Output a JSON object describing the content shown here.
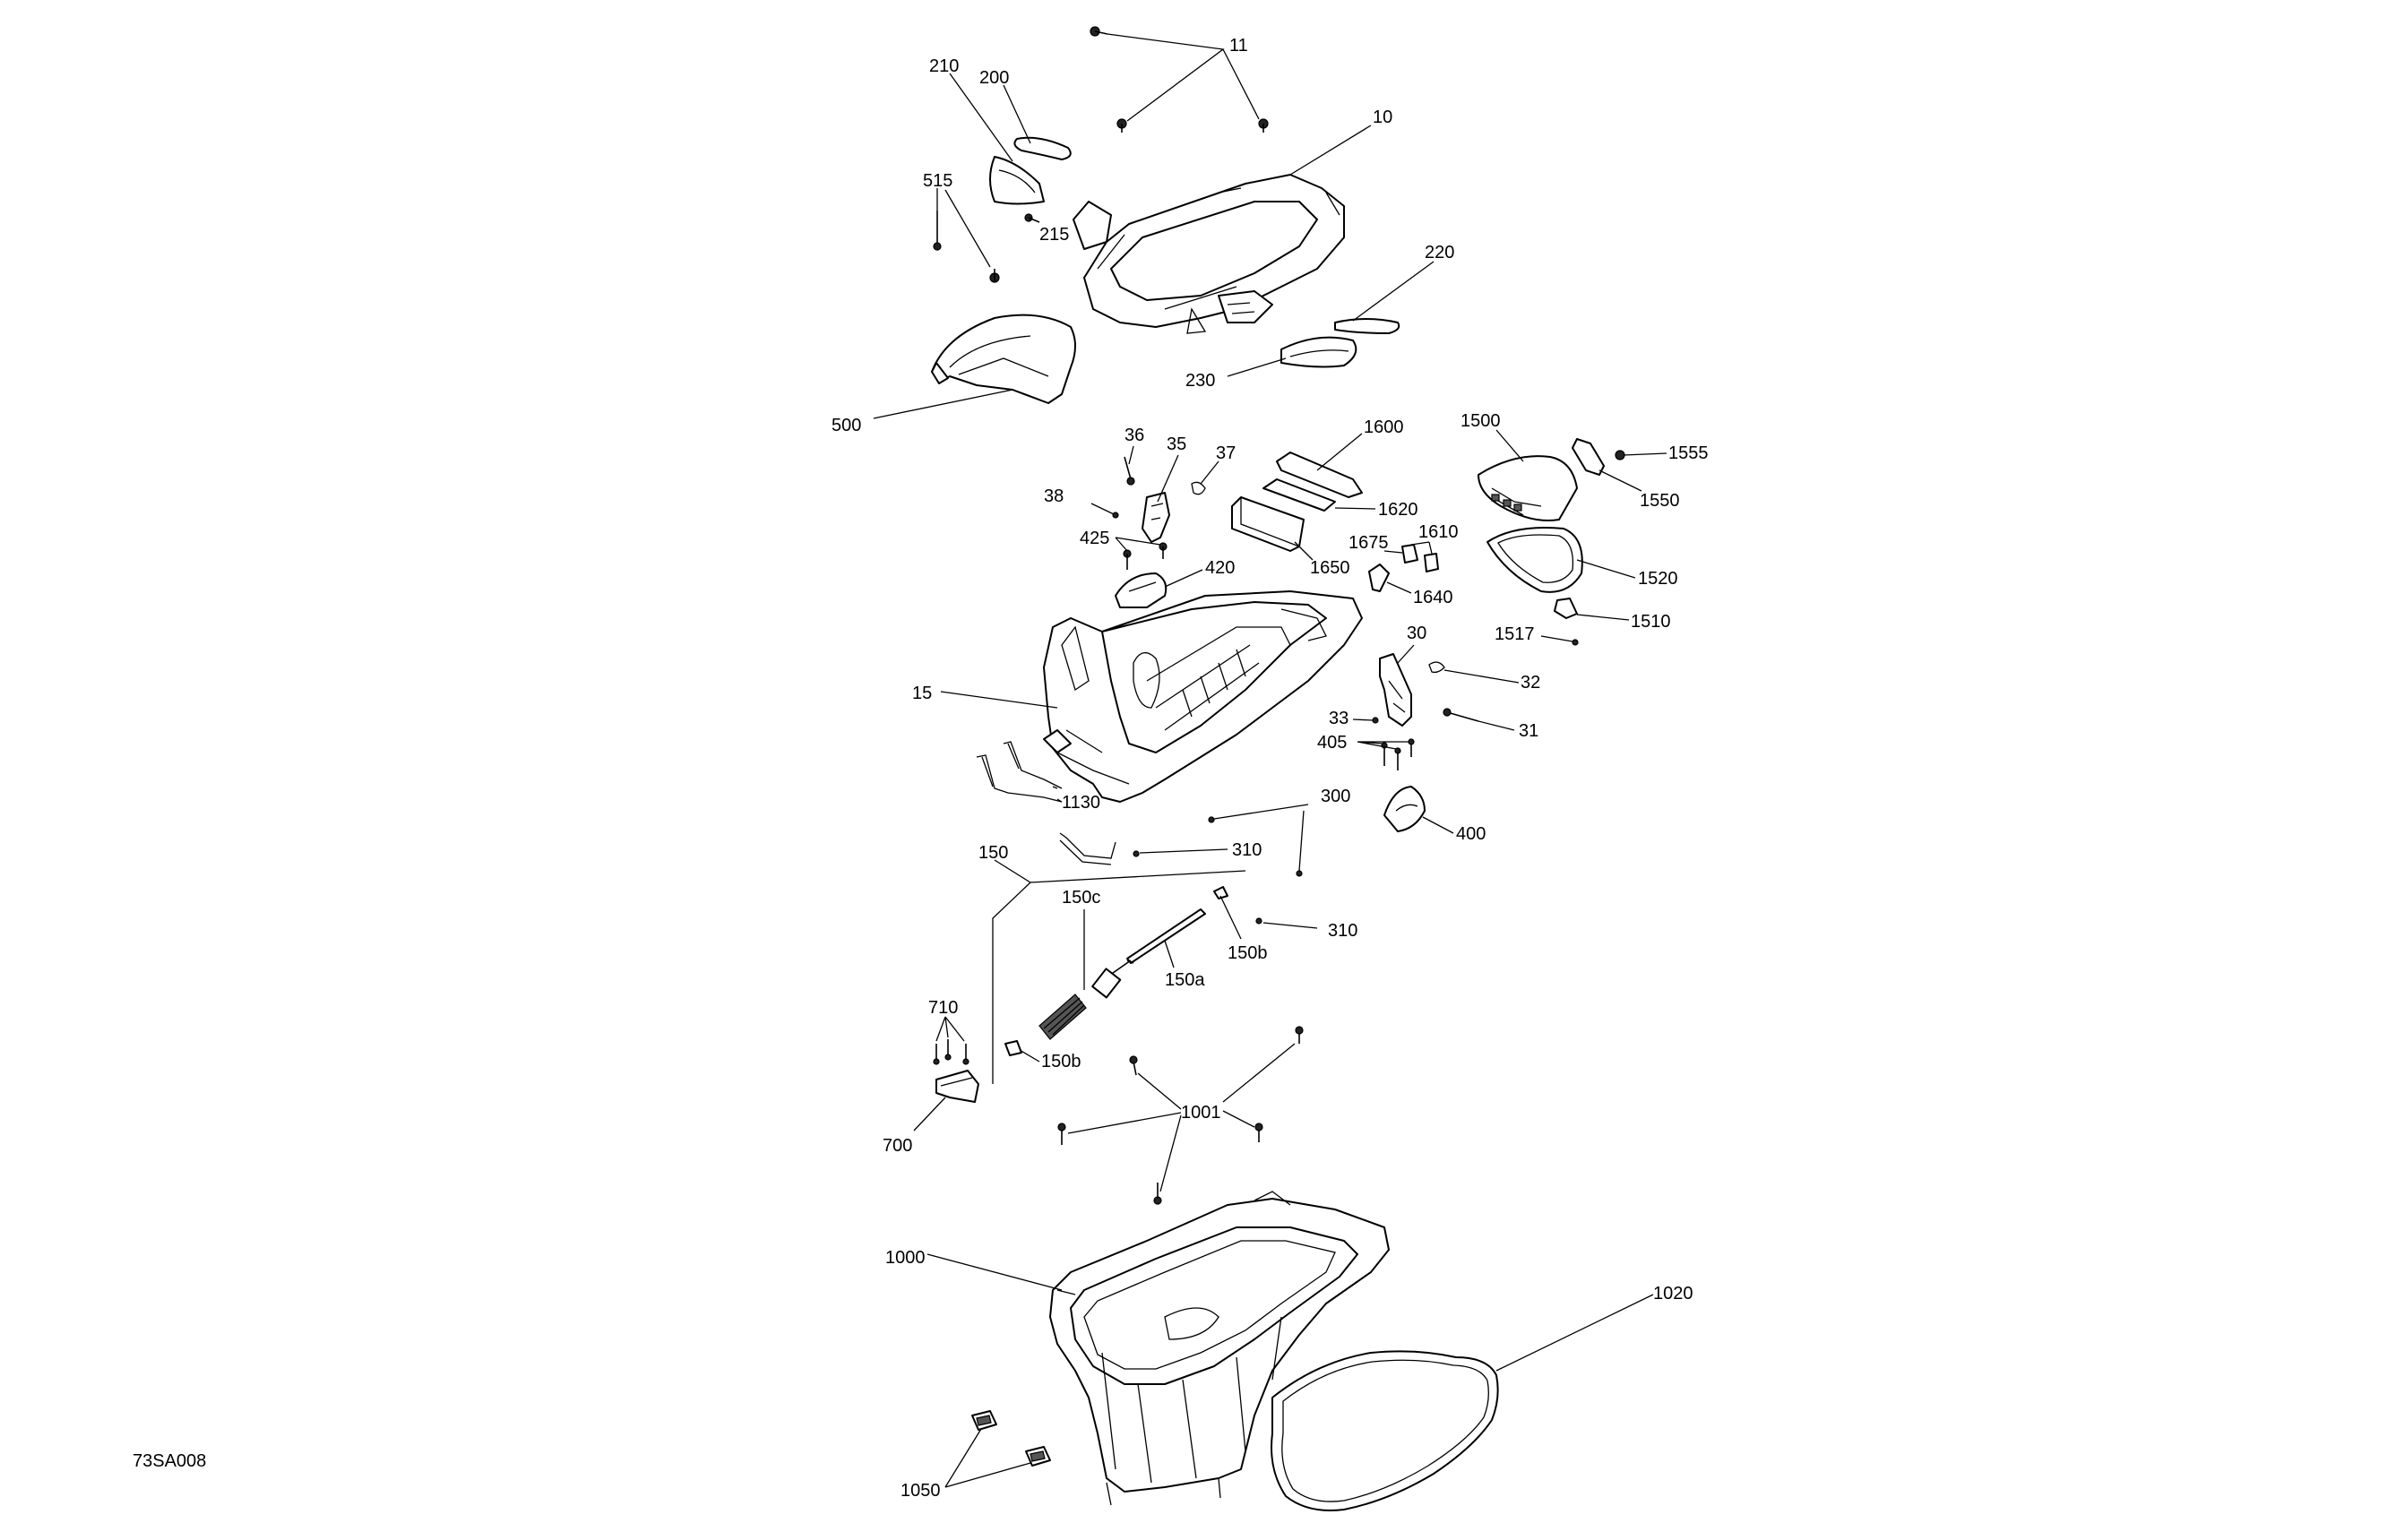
{
  "figure_code": "73SA008",
  "callouts": {
    "c11": "11",
    "c210": "210",
    "c200": "200",
    "c10": "10",
    "c515": "515",
    "c215": "215",
    "c220": "220",
    "c230": "230",
    "c500": "500",
    "c1600": "1600",
    "c1500": "1500",
    "c1555": "1555",
    "c36": "36",
    "c35": "35",
    "c37": "37",
    "c38": "38",
    "c1620": "1620",
    "c1550": "1550",
    "c425": "425",
    "c1675": "1675",
    "c1610": "1610",
    "c1650": "1650",
    "c420": "420",
    "c1640": "1640",
    "c1520": "1520",
    "c1517": "1517",
    "c1510": "1510",
    "c30": "30",
    "c15": "15",
    "c32": "32",
    "c33": "33",
    "c31": "31",
    "c405": "405",
    "c1130": "1130",
    "c300": "300",
    "c400": "400",
    "c310a": "310",
    "c150": "150",
    "c150c": "150c",
    "c310b": "310",
    "c150b_top": "150b",
    "c150a": "150a",
    "c710": "710",
    "c150b_low": "150b",
    "c1001": "1001",
    "c700": "700",
    "c1000": "1000",
    "c1020": "1020",
    "c1050": "1050"
  }
}
